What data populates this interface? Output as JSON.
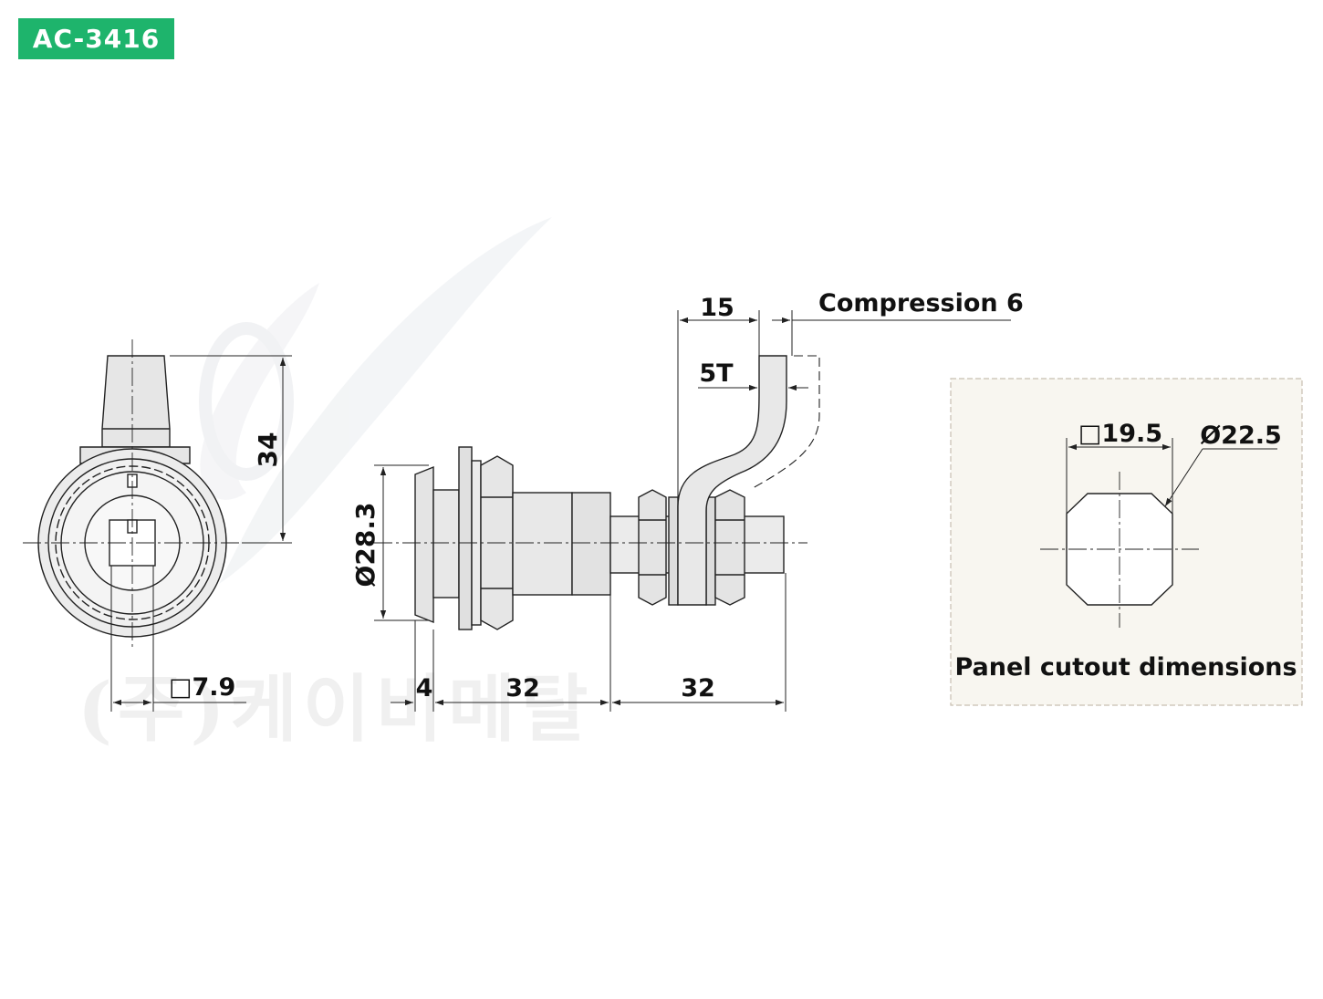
{
  "model": "AC-3416",
  "watermark": "(주)케이비메탈",
  "dims": {
    "height": "34",
    "diameter": "Ø28.3",
    "square": "□7.9",
    "flange": "4",
    "body_len": "32",
    "stud_len": "32",
    "cam_offset": "15",
    "thickness": "5T",
    "compression": "Compression 6"
  },
  "cutout": {
    "square": "□19.5",
    "diameter": "Ø22.5",
    "caption": "Panel cutout dimensions"
  },
  "colors": {
    "badge": "#1eb46c",
    "panel": "#f8f6f0",
    "line": "#222222",
    "fill": "#e6e6e6"
  }
}
